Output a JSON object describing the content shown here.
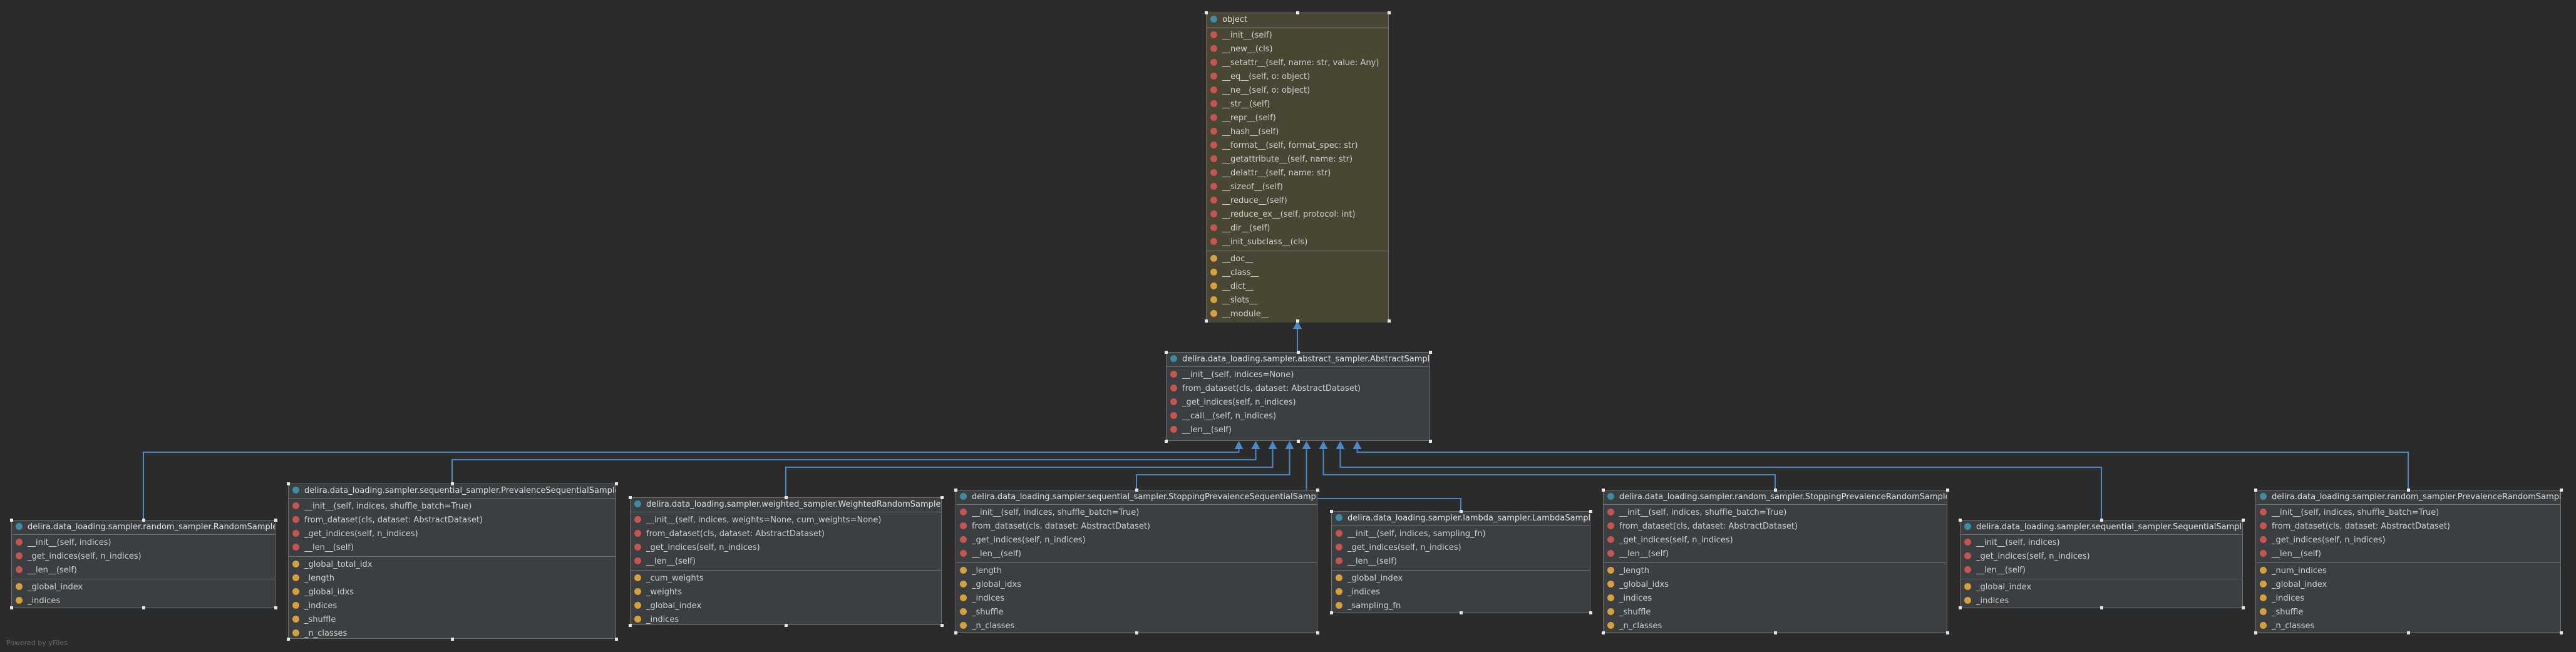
{
  "watermark": "Powered by yFiles",
  "nodes": {
    "object": {
      "title": "object",
      "methods": [
        "__init__(self)",
        "__new__(cls)",
        "__setattr__(self, name: str, value: Any)",
        "__eq__(self, o: object)",
        "__ne__(self, o: object)",
        "__str__(self)",
        "__repr__(self)",
        "__hash__(self)",
        "__format__(self, format_spec: str)",
        "__getattribute__(self, name: str)",
        "__delattr__(self, name: str)",
        "__sizeof__(self)",
        "__reduce__(self)",
        "__reduce_ex__(self, protocol: int)",
        "__dir__(self)",
        "__init_subclass__(cls)"
      ],
      "fields": [
        "__doc__",
        "__class__",
        "__dict__",
        "__slots__",
        "__module__"
      ]
    },
    "abstract": {
      "title": "delira.data_loading.sampler.abstract_sampler.AbstractSampler",
      "methods": [
        "__init__(self, indices=None)",
        "from_dataset(cls, dataset: AbstractDataset)",
        "_get_indices(self, n_indices)",
        "__call__(self, n_indices)",
        "__len__(self)"
      ],
      "fields": []
    },
    "random": {
      "title": "delira.data_loading.sampler.random_sampler.RandomSampler",
      "methods": [
        "__init__(self, indices)",
        "_get_indices(self, n_indices)",
        "__len__(self)"
      ],
      "fields": [
        "_global_index",
        "_indices"
      ]
    },
    "prev_seq": {
      "title": "delira.data_loading.sampler.sequential_sampler.PrevalenceSequentialSampler",
      "methods": [
        "__init__(self, indices, shuffle_batch=True)",
        "from_dataset(cls, dataset: AbstractDataset)",
        "_get_indices(self, n_indices)",
        "__len__(self)"
      ],
      "fields": [
        "_global_total_idx",
        "_length",
        "_global_idxs",
        "_indices",
        "_shuffle",
        "_n_classes"
      ]
    },
    "weighted": {
      "title": "delira.data_loading.sampler.weighted_sampler.WeightedRandomSampler",
      "methods": [
        "__init__(self, indices, weights=None, cum_weights=None)",
        "from_dataset(cls, dataset: AbstractDataset)",
        "_get_indices(self, n_indices)",
        "__len__(self)"
      ],
      "fields": [
        "_cum_weights",
        "_weights",
        "_global_index",
        "_indices"
      ]
    },
    "stop_seq": {
      "title": "delira.data_loading.sampler.sequential_sampler.StoppingPrevalenceSequentialSampler",
      "methods": [
        "__init__(self, indices, shuffle_batch=True)",
        "from_dataset(cls, dataset: AbstractDataset)",
        "_get_indices(self, n_indices)",
        "__len__(self)"
      ],
      "fields": [
        "_length",
        "_global_idxs",
        "_indices",
        "_shuffle",
        "_n_classes"
      ]
    },
    "lambda": {
      "title": "delira.data_loading.sampler.lambda_sampler.LambdaSampler",
      "methods": [
        "__init__(self, indices, sampling_fn)",
        "_get_indices(self, n_indices)",
        "__len__(self)"
      ],
      "fields": [
        "_global_index",
        "_indices",
        "_sampling_fn"
      ]
    },
    "stop_rand": {
      "title": "delira.data_loading.sampler.random_sampler.StoppingPrevalenceRandomSampler",
      "methods": [
        "__init__(self, indices, shuffle_batch=True)",
        "from_dataset(cls, dataset: AbstractDataset)",
        "_get_indices(self, n_indices)",
        "__len__(self)"
      ],
      "fields": [
        "_length",
        "_global_idxs",
        "_indices",
        "_shuffle",
        "_n_classes"
      ]
    },
    "sequential": {
      "title": "delira.data_loading.sampler.sequential_sampler.SequentialSampler",
      "methods": [
        "__init__(self, indices)",
        "_get_indices(self, n_indices)",
        "__len__(self)"
      ],
      "fields": [
        "_global_index",
        "_indices"
      ]
    },
    "prev_rand": {
      "title": "delira.data_loading.sampler.random_sampler.PrevalenceRandomSampler",
      "methods": [
        "__init__(self, indices, shuffle_batch=True)",
        "from_dataset(cls, dataset: AbstractDataset)",
        "_get_indices(self, n_indices)",
        "__len__(self)"
      ],
      "fields": [
        "_num_indices",
        "_global_index",
        "_indices",
        "_shuffle",
        "_n_classes"
      ]
    }
  },
  "edges": [
    {
      "from": "abstract",
      "to": "object"
    },
    {
      "from": "random",
      "to": "abstract"
    },
    {
      "from": "prev_seq",
      "to": "abstract"
    },
    {
      "from": "weighted",
      "to": "abstract"
    },
    {
      "from": "stop_seq",
      "to": "abstract"
    },
    {
      "from": "lambda",
      "to": "abstract"
    },
    {
      "from": "stop_rand",
      "to": "abstract"
    },
    {
      "from": "sequential",
      "to": "abstract"
    },
    {
      "from": "prev_rand",
      "to": "abstract"
    }
  ]
}
